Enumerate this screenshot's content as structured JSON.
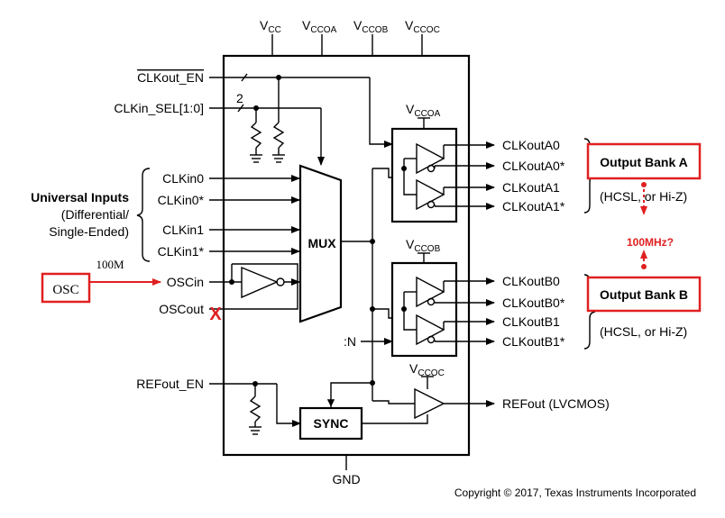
{
  "supplies": {
    "vcc": "V",
    "vcc_sub": "CC",
    "vccoa": "V",
    "vccoa_sub": "CCOA",
    "vccob": "V",
    "vccob_sub": "CCOB",
    "vccoc": "V",
    "vccoc_sub": "CCOC"
  },
  "inputs": {
    "clkout_en": "CLKout_EN",
    "clkin_sel": "CLKin_SEL[1:0]",
    "bus_width": "2",
    "clkin0": "CLKin0",
    "clkin0n": "CLKin0*",
    "clkin1": "CLKin1",
    "clkin1n": "CLKin1*",
    "oscin": "OSCin",
    "oscout": "OSCout",
    "refout_en": "REFout_EN",
    "divn": ":N"
  },
  "universal_inputs": {
    "title": "Universal Inputs",
    "line2": "(Differential/",
    "line3": "Single-Ended)"
  },
  "blocks": {
    "mux": "MUX",
    "sync": "SYNC",
    "gnd": "GND"
  },
  "outputs_a": {
    "a0": "CLKoutA0",
    "a0n": "CLKoutA0*",
    "a1": "CLKoutA1",
    "a1n": "CLKoutA1*",
    "note": "(HCSL, or Hi-Z)"
  },
  "outputs_b": {
    "b0": "CLKoutB0",
    "b0n": "CLKoutB0*",
    "b1": "CLKoutB1",
    "b1n": "CLKoutB1*",
    "note": "(HCSL, or Hi-Z)"
  },
  "refout": "REFout (LVCMOS)",
  "annotations": {
    "bank_a": "Output Bank A",
    "bank_b": "Output Bank B",
    "osc": "OSC",
    "freq": "100M",
    "question": "100MHz?",
    "cross": "X"
  },
  "copyright": "Copyright © 2017, Texas Instruments Incorporated",
  "colors": {
    "annotation_red": "#e02020",
    "line": "#000000"
  }
}
